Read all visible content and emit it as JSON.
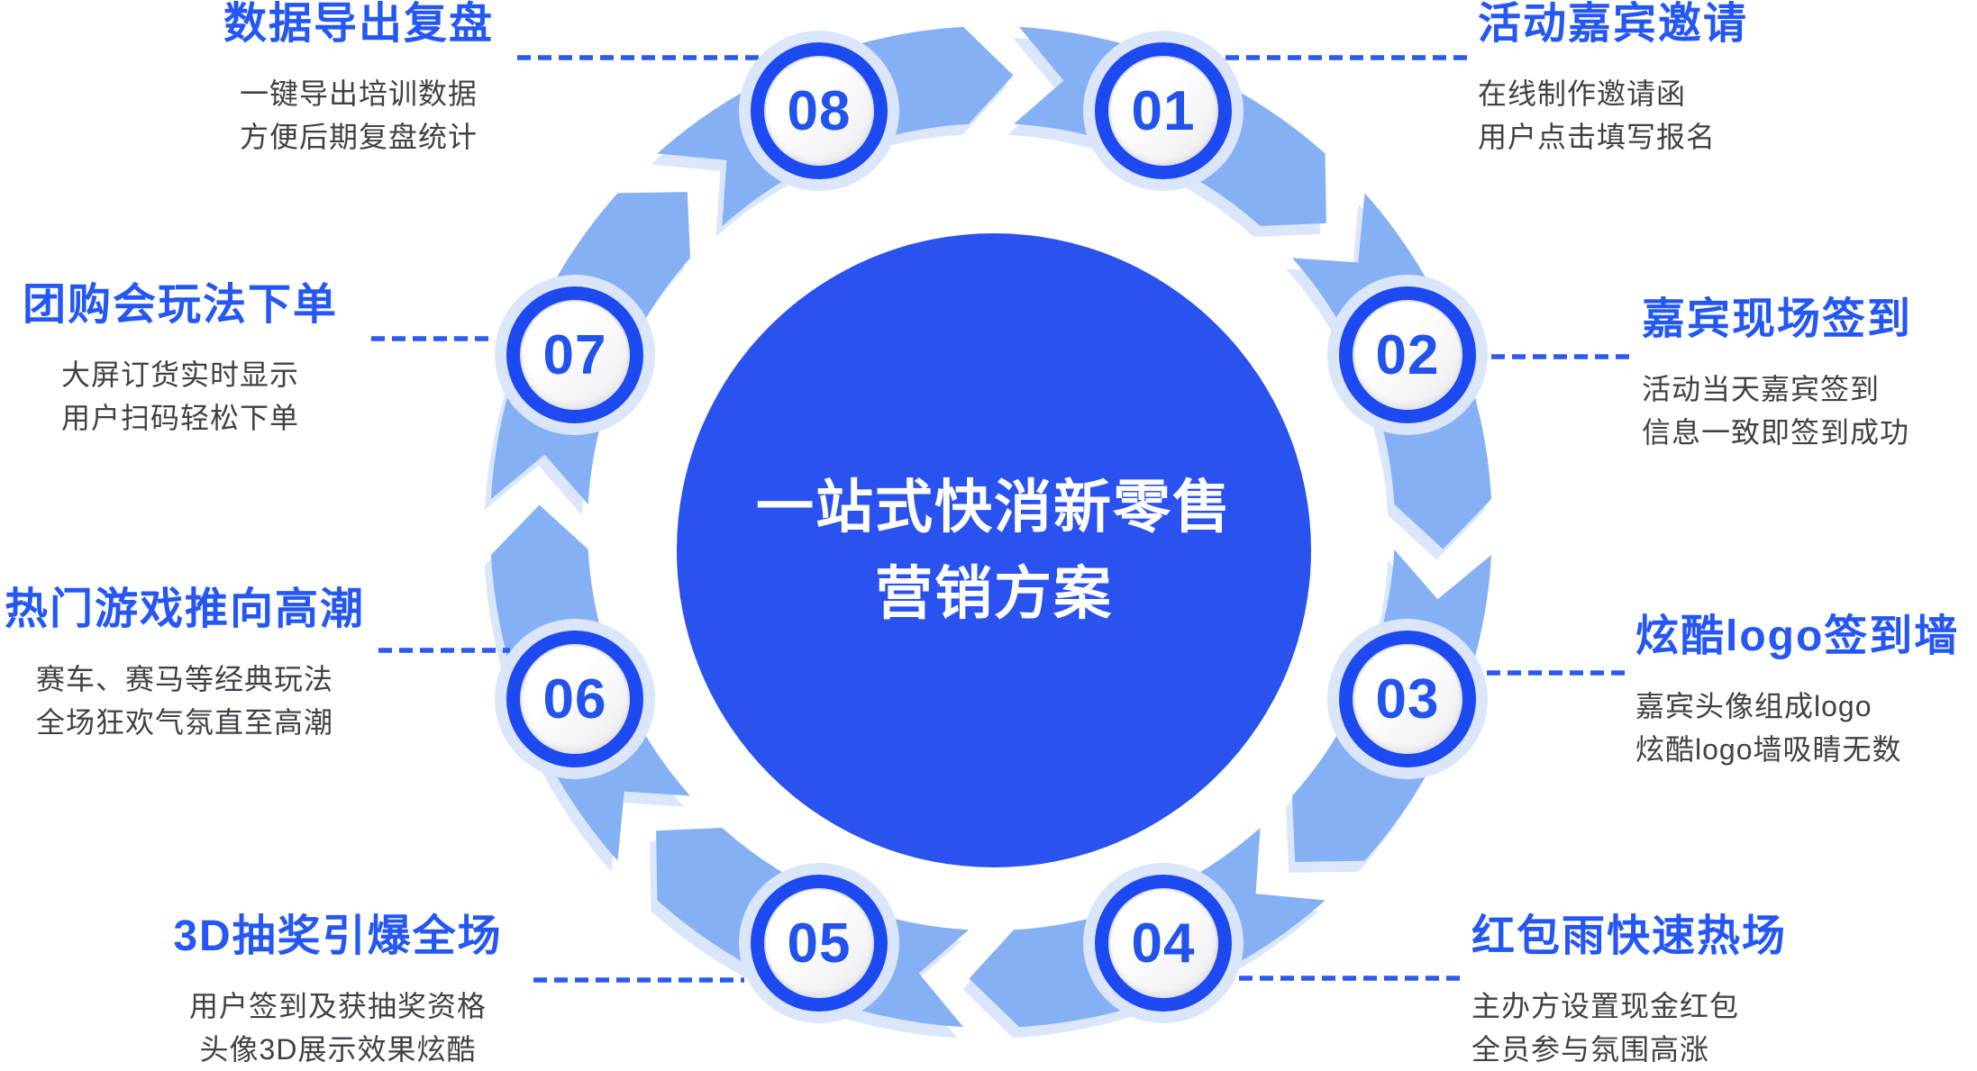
{
  "center": {
    "line1": "一站式快消新零售",
    "line2": "营销方案"
  },
  "steps": [
    {
      "number": "01",
      "title": "活动嘉宾邀请",
      "desc1": "在线制作邀请函",
      "desc2": "用户点击填写报名"
    },
    {
      "number": "02",
      "title": "嘉宾现场签到",
      "desc1": "活动当天嘉宾签到",
      "desc2": "信息一致即签到成功"
    },
    {
      "number": "03",
      "title": "炫酷logo签到墙",
      "desc1": "嘉宾头像组成logo",
      "desc2": "炫酷logo墙吸睛无数"
    },
    {
      "number": "04",
      "title": "红包雨快速热场",
      "desc1": "主办方设置现金红包",
      "desc2": "全员参与氛围高涨"
    },
    {
      "number": "05",
      "title": "3D抽奖引爆全场",
      "desc1": "用户签到及获抽奖资格",
      "desc2": "头像3D展示效果炫酷"
    },
    {
      "number": "06",
      "title": "热门游戏推向高潮",
      "desc1": "赛车、赛马等经典玩法",
      "desc2": "全场狂欢气氛直至高潮"
    },
    {
      "number": "07",
      "title": "团购会玩法下单",
      "desc1": "大屏订货实时显示",
      "desc2": "用户扫码轻松下单"
    },
    {
      "number": "08",
      "title": "数据导出复盘",
      "desc1": "一键导出培训数据",
      "desc2": "方便后期复盘统计"
    }
  ],
  "colors": {
    "accent": "#2454f0",
    "band": "#85b0f3",
    "band_shadow": "#dbe6fb",
    "badge_ring": "#1d4af0",
    "number": "#2253ec",
    "center_circle": "#2a52ee",
    "center_text": "#ffffff",
    "title_text": "#2457f3",
    "desc_text": "#3f4146",
    "dash": "#2b5af2",
    "badge_inner_border": "#dfe0e5",
    "background": "#ffffff"
  }
}
